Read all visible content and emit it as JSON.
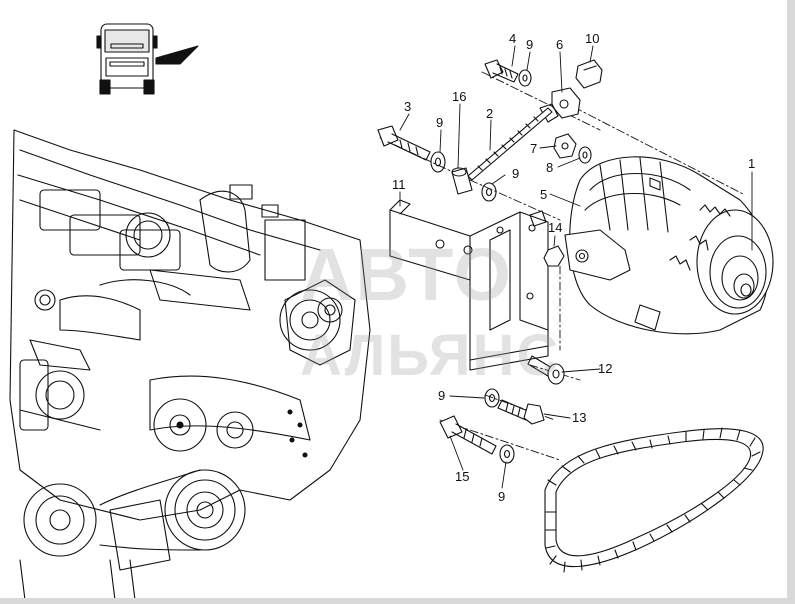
{
  "diagram": {
    "part_labels": [
      {
        "id": "p1",
        "text": "1"
      },
      {
        "id": "p2",
        "text": "2"
      },
      {
        "id": "p3",
        "text": "3"
      },
      {
        "id": "p4",
        "text": "4"
      },
      {
        "id": "p5",
        "text": "5"
      },
      {
        "id": "p6",
        "text": "6"
      },
      {
        "id": "p7",
        "text": "7"
      },
      {
        "id": "p8",
        "text": "8"
      },
      {
        "id": "p9a",
        "text": "9"
      },
      {
        "id": "p9b",
        "text": "9"
      },
      {
        "id": "p9c",
        "text": "9"
      },
      {
        "id": "p9d",
        "text": "9"
      },
      {
        "id": "p9e",
        "text": "9"
      },
      {
        "id": "p10",
        "text": "10"
      },
      {
        "id": "p11",
        "text": "11"
      },
      {
        "id": "p12",
        "text": "12"
      },
      {
        "id": "p13",
        "text": "13"
      },
      {
        "id": "p14",
        "text": "14"
      },
      {
        "id": "p15",
        "text": "15"
      },
      {
        "id": "p16",
        "text": "16"
      }
    ],
    "watermark": {
      "line1": "АВТО",
      "line2": "АЛЬЯНС"
    }
  },
  "colors": {
    "ink": "#111111",
    "watermark": "#969696",
    "frame": "#d9d9d9"
  }
}
